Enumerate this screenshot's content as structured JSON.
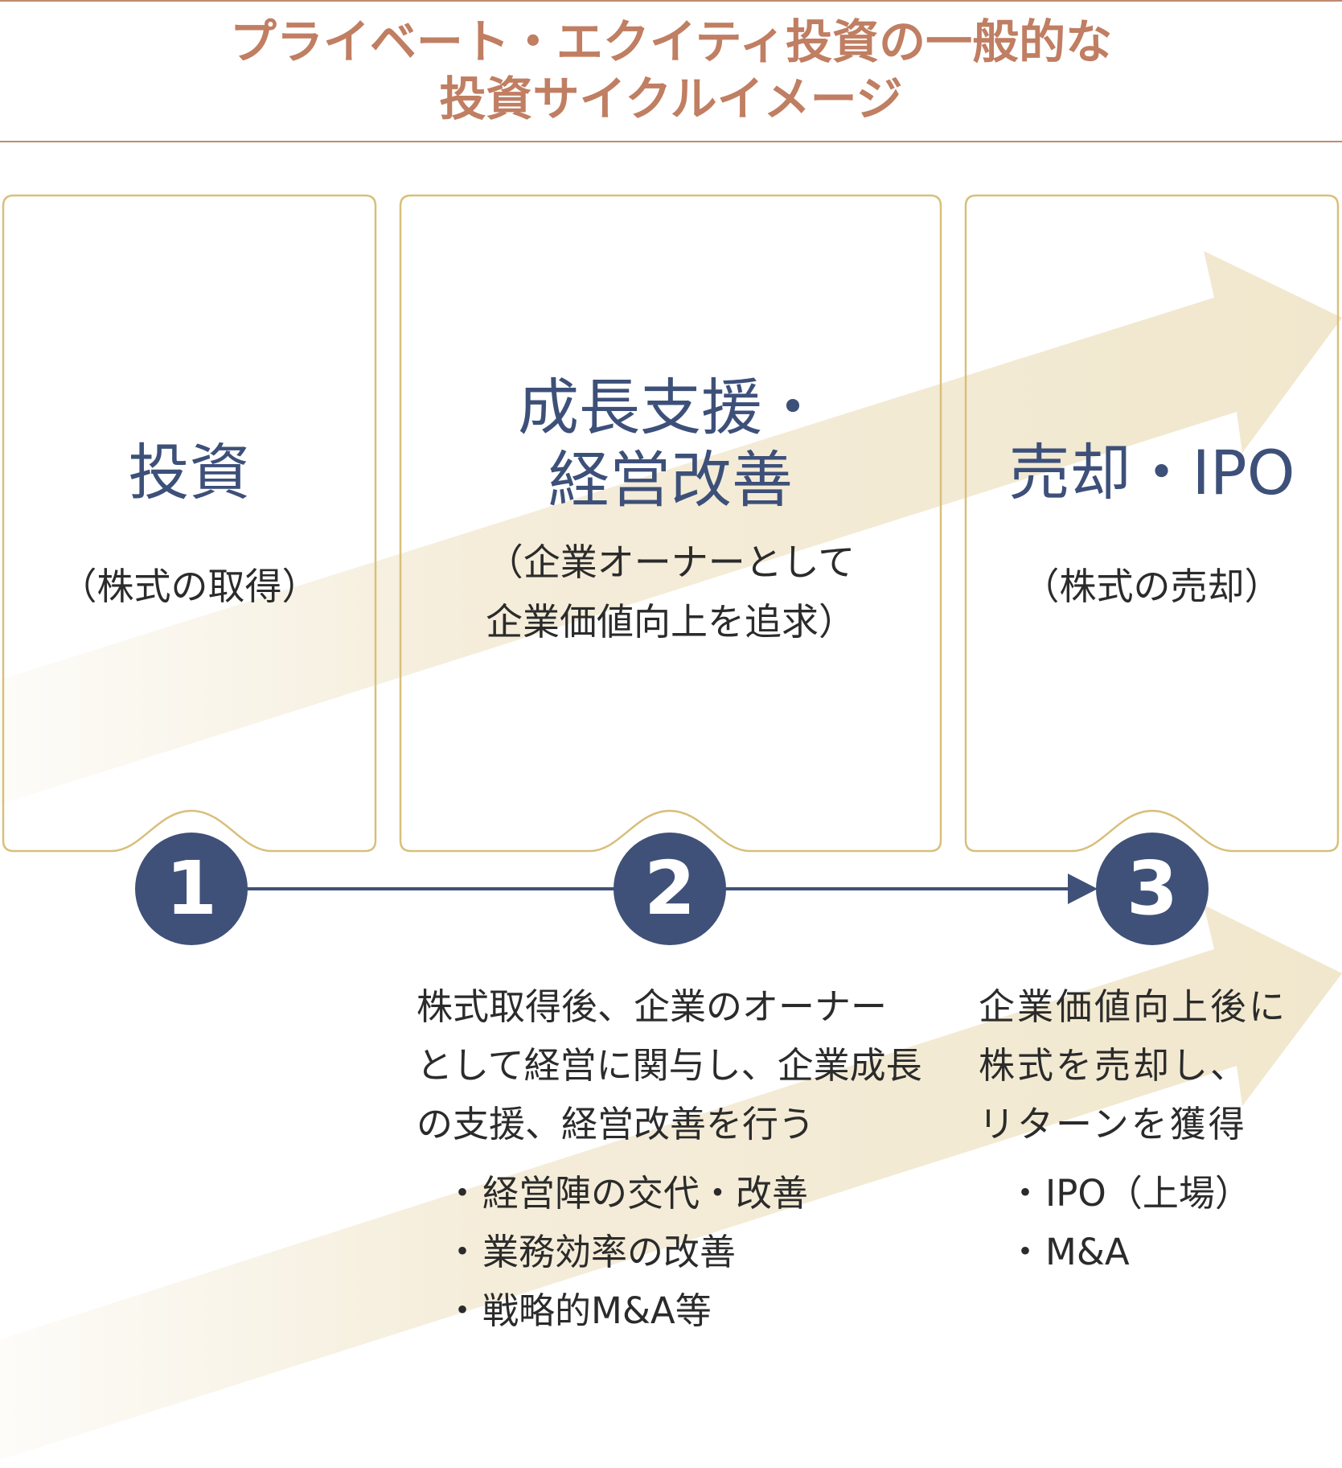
{
  "title": {
    "line1": "プライベート・エクイティ投資の一般的な",
    "line2": "投資サイクルイメージ"
  },
  "colors": {
    "title": "#c07e62",
    "frame": "#d8bf7a",
    "arrow": "#f3ead4",
    "heading": "#3d5079",
    "badge": "#3f5178",
    "text": "#2b2b2b"
  },
  "stages": [
    {
      "number": "1",
      "heading": [
        "投資"
      ],
      "subtitle": [
        "（株式の取得）"
      ]
    },
    {
      "number": "2",
      "heading": [
        "成長支援・",
        "経営改善"
      ],
      "subtitle": [
        "（企業オーナーとして",
        "企業価値向上を追求）"
      ]
    },
    {
      "number": "3",
      "heading": [
        "売却・IPO"
      ],
      "subtitle": [
        "（株式の売却）"
      ]
    }
  ],
  "details": [
    {
      "lines": [
        "株式取得後、企業のオーナー",
        "として経営に関与し、企業成長",
        "の支援、経営改善を行う"
      ],
      "bullets": [
        "経営陣の交代・改善",
        "業務効率の改善",
        "戦略的M&A等"
      ]
    },
    {
      "lines": [
        "企業価値向上後に",
        "株式を売却し、",
        "リターンを獲得"
      ],
      "bullets": [
        "IPO（上場）",
        "M&A"
      ]
    }
  ],
  "bullet_glyph": "・"
}
